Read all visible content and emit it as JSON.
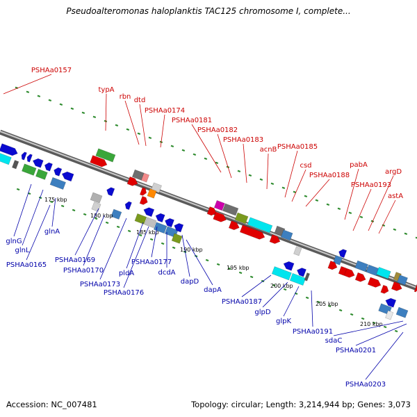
{
  "title": "Pseudoalteromonas haloplanktis TAC125 chromosome I, complete...",
  "footer": {
    "accession": "Accession: NC_007481",
    "summary": "Topology: circular; Length: 3,214,944 bp; Genes: 3,073"
  },
  "colors": {
    "top_label": "#cc0000",
    "bottom_label": "#0000aa",
    "backbone": "#8a8a8a",
    "tick": "#2e8b2e"
  },
  "kbp_ticks": [
    "175 kbp",
    "180 kbp",
    "185 kbp",
    "190 kbp",
    "195 kbp",
    "200 kbp",
    "205 kbp",
    "210 kbp"
  ],
  "top_labels": [
    "PSHAa0157",
    "typA",
    "rbn",
    "dtd",
    "PSHAa0174",
    "PSHAa0181",
    "PSHAa0182",
    "PSHAa0183",
    "acnB",
    "PSHAa0185",
    "csd",
    "PSHAa0188",
    "pabA",
    "argD",
    "PSHAa0193",
    "astA"
  ],
  "bottom_labels": [
    "glnG",
    "glnL",
    "glnA",
    "PSHAa0165",
    "PSHAa0169",
    "180 kbp",
    "PSHAa0170",
    "PSHAa0173",
    "pldA",
    "PSHAa0176",
    "PSHAa0177",
    "dcdA",
    "dapD",
    "dapA",
    "PSHAa0187",
    "glpD",
    "glpK",
    "PSHAa0191",
    "sdaC",
    "PSHAa0201",
    "PSHAa0203"
  ]
}
